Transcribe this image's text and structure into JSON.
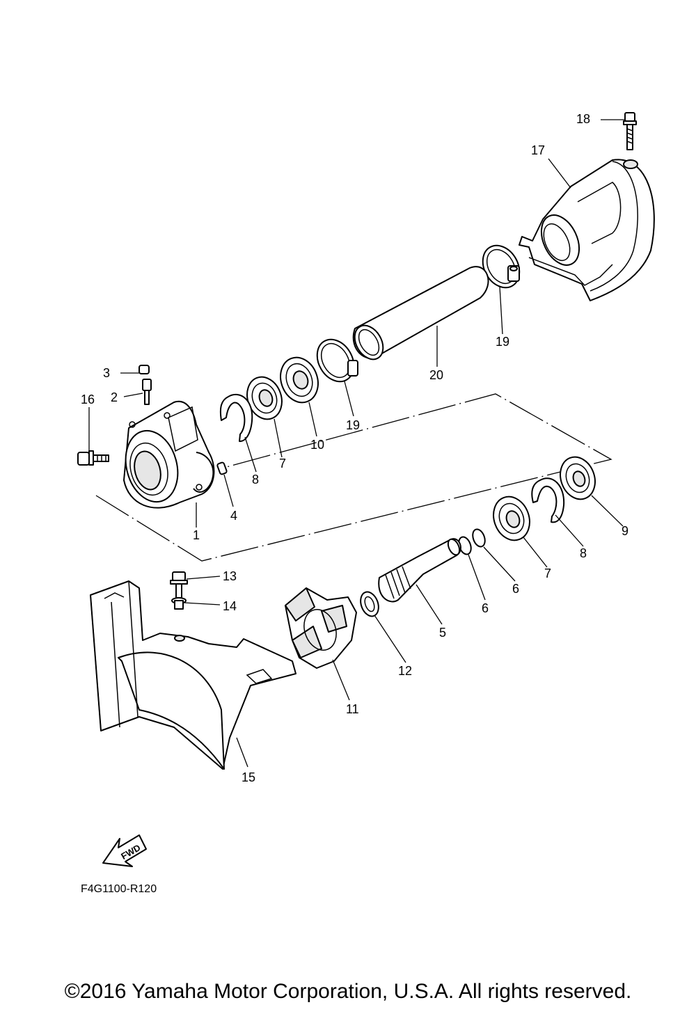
{
  "diagram": {
    "part_numbers": [
      "1",
      "2",
      "3",
      "4",
      "5",
      "6",
      "6",
      "7",
      "7",
      "8",
      "8",
      "9",
      "10",
      "11",
      "12",
      "13",
      "14",
      "15",
      "16",
      "17",
      "18",
      "19",
      "19",
      "20"
    ],
    "fwd_label": "FWD",
    "figure_code": "F4G1100-R120"
  },
  "footer": {
    "copyright": "©2016 Yamaha Motor Corporation, U.S.A. All rights reserved."
  }
}
